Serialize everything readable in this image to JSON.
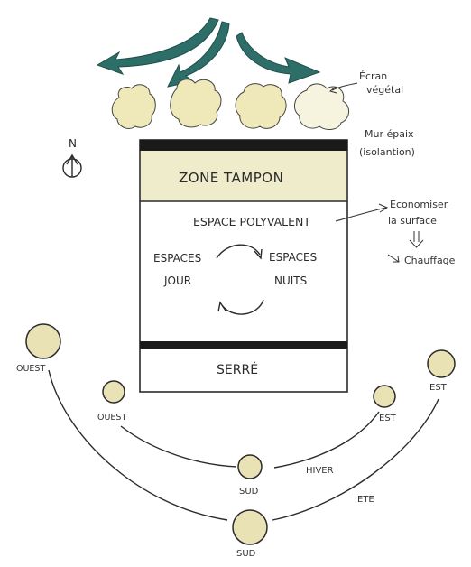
{
  "colors": {
    "wind_arrow": "#2e6e68",
    "sun_fill": "#e9e2b4",
    "tree_fill": "#efe8b8",
    "buffer_zone": "#efeccb",
    "wall_band": "#1a1a1a",
    "ink": "#2b2b2b"
  },
  "icons": {
    "wind": "curved-arrow-icon",
    "vegetation": "tree-canopy-icon",
    "north": "compass-north-icon",
    "sun": "sun-position-icon"
  },
  "labels": {
    "ecran_vegetal": [
      "Écran",
      "végétal"
    ],
    "mur_epais": [
      "Mur épaix",
      "(isolantion)"
    ],
    "economiser": [
      "Economiser",
      "la surface"
    ],
    "chauffage": "Chauffage",
    "north": "N"
  },
  "building": {
    "zone_tampon": "ZONE TAMPON",
    "espace_polyvalent": "ESPACE POLYVALENT",
    "espaces_jour": [
      "ESPACES",
      "JOUR"
    ],
    "espaces_nuits": [
      "ESPACES",
      "NUITS"
    ],
    "serre": "SERRÉ"
  },
  "sun_paths": {
    "winter": {
      "label": "HIVER",
      "west": "OUEST",
      "south": "SUD",
      "east": "EST"
    },
    "summer": {
      "label": "ETE",
      "west": "OUEST",
      "south": "SUD",
      "east": "EST"
    }
  }
}
